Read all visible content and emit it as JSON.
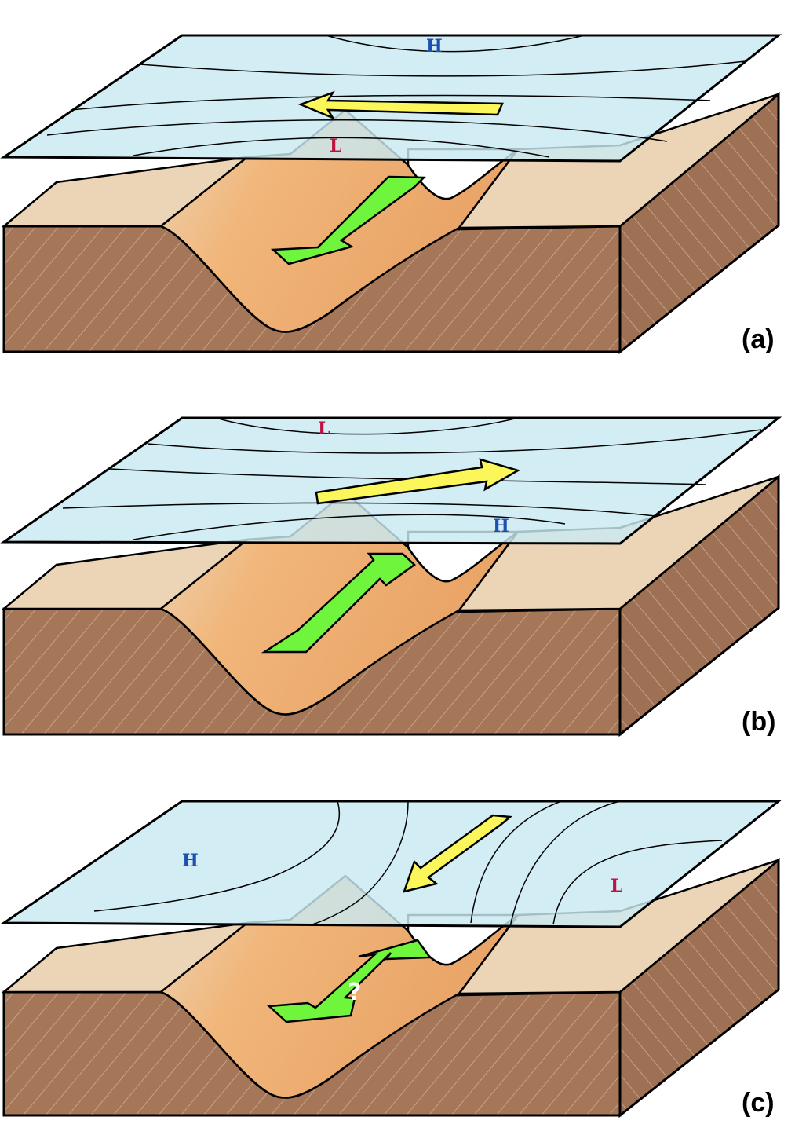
{
  "colors": {
    "pressure_surface": "#c9e9f2",
    "terrain_top": "#ecd5b7",
    "valley_slope": "#f2ad68",
    "block_side": "#a57658",
    "surface_wind_arrow": "#6ef53c",
    "upper_wind_arrow": "#fbf65a",
    "high_pressure_label": "#1e4fb0",
    "low_pressure_label": "#c01040"
  },
  "panels": [
    {
      "label": "(a)",
      "high": "H",
      "low": "L",
      "upper_wind_arrow": "yellow-arrow-left",
      "surface_wind_arrow": "green-arrow-down-valley"
    },
    {
      "label": "(b)",
      "high": "H",
      "low": "L",
      "upper_wind_arrow": "yellow-arrow-right",
      "surface_wind_arrow": "green-arrow-up-valley"
    },
    {
      "label": "(c)",
      "high": "H",
      "low": "L",
      "upper_wind_arrow": "yellow-arrow-down-left",
      "surface_wind_arrow": "green-double-arrow-along-valley",
      "question_mark": "?"
    }
  ]
}
